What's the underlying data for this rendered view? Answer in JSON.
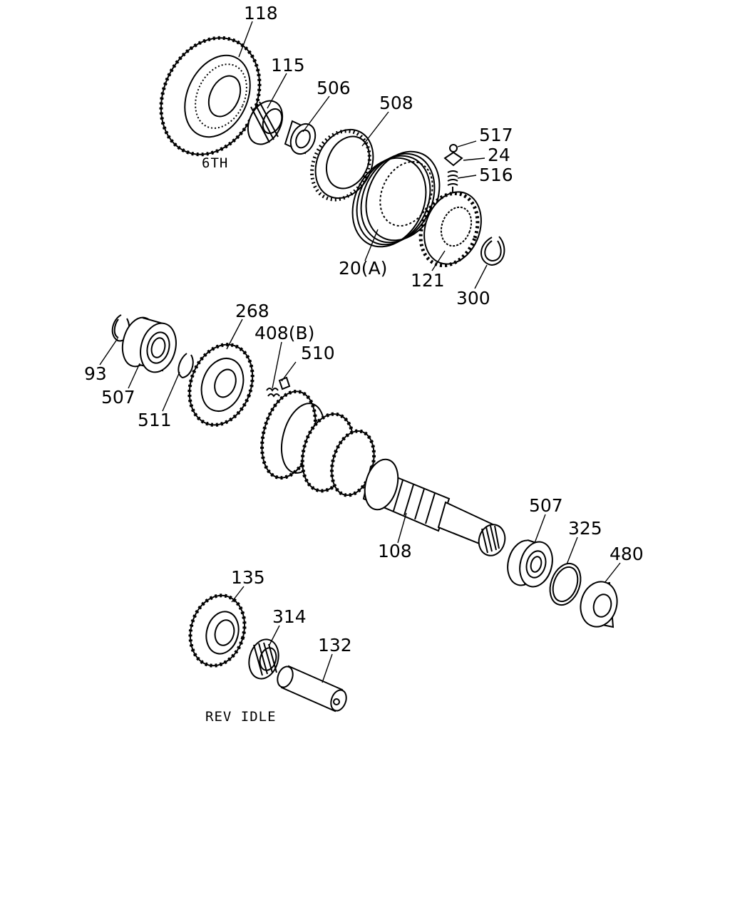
{
  "captions": {
    "sixth": "6TH",
    "rev_idle": "REV IDLE"
  },
  "labels": {
    "p118": "118",
    "p115": "115",
    "p506": "506",
    "p508": "508",
    "p517": "517",
    "p24": "24",
    "p516": "516",
    "p20a": "20(A)",
    "p121": "121",
    "p300": "300",
    "p268": "268",
    "p408b": "408(B)",
    "p510": "510",
    "p93": "93",
    "p507a": "507",
    "p511": "511",
    "p507b": "507",
    "p325": "325",
    "p480": "480",
    "p108": "108",
    "p135": "135",
    "p314": "314",
    "p132": "132"
  }
}
